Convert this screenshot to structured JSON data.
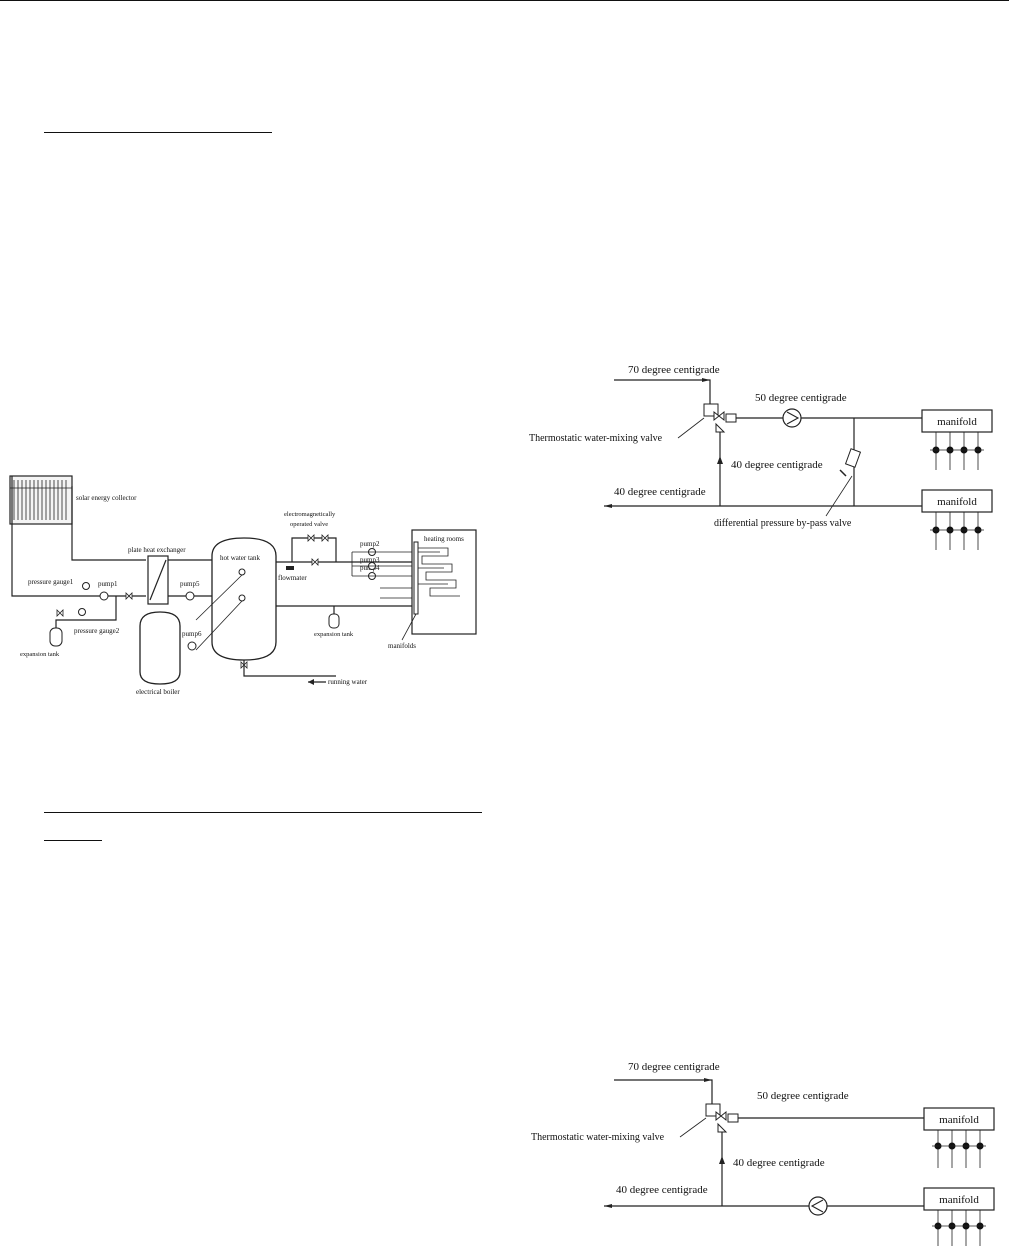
{
  "diagram1": {
    "labels": {
      "solar": "solar energy collector",
      "plate_hx": "plate heat exchanger",
      "hot_tank": "hot water tank",
      "electro": "electromagnetically",
      "electro2": "operated valve",
      "pump2": "pump2",
      "pump3": "pump3",
      "pump4": "pump4",
      "heating_rooms": "heating rooms",
      "pressure_gauge1": "pressure gauge1",
      "pump1": "pump1",
      "pump5": "pump5",
      "flowmater": "flowmater",
      "pressure_gauge2": "pressure gauge2",
      "expansion_tank_left": "expansion tank",
      "expansion_tank_right": "expansion tank",
      "manifolds": "manifolds",
      "pump6": "pump6",
      "electrical_boiler": "electrical boiler",
      "running_water": "running water"
    }
  },
  "diagram2": {
    "labels": {
      "t70": "70 degree centigrade",
      "t50": "50 degree centigrade",
      "valve": "Thermostatic water-mixing valve",
      "t40_mid": "40 degree centigrade",
      "t40_ret": "40 degree centigrade",
      "manifold_top": "manifold",
      "manifold_bottom": "manifold",
      "bypass": "differential pressure by-pass valve"
    }
  },
  "diagram3": {
    "labels": {
      "t70": "70 degree centigrade",
      "t50": "50 degree centigrade",
      "valve": "Thermostatic water-mixing valve",
      "t40_mid": "40 degree centigrade",
      "t40_ret": "40 degree centigrade",
      "manifold_top": "manifold",
      "manifold_bottom": "manifold"
    }
  }
}
